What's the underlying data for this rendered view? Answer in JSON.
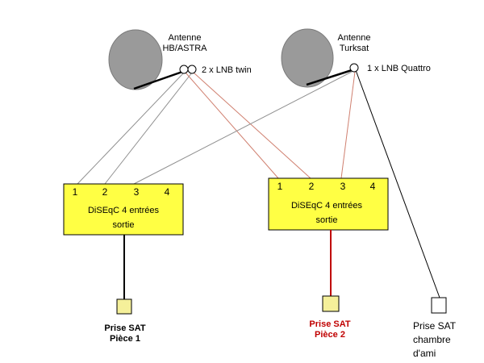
{
  "antennas": {
    "left": {
      "label_line1": "Antenne",
      "label_line2": "HB/ASTRA",
      "lnb": "2 x LNB twin"
    },
    "right": {
      "label_line1": "Antenne",
      "label_line2": "Turksat",
      "lnb": "1 x LNB Quattro"
    }
  },
  "switches": {
    "left": {
      "ports": [
        "1",
        "2",
        "3",
        "4"
      ],
      "title": "DiSEqC 4 entrées",
      "output": "sortie"
    },
    "right": {
      "ports": [
        "1",
        "2",
        "3",
        "4"
      ],
      "title": "DiSEqC 4 entrées",
      "output": "sortie"
    }
  },
  "outlets": {
    "room1": {
      "line1": "Prise SAT",
      "line2": "Pièce 1"
    },
    "room2": {
      "line1": "Prise SAT",
      "line2": "Pièce 2"
    },
    "friend": {
      "line1": "Prise SAT",
      "line2": "chambre",
      "line3": "d'ami"
    }
  },
  "colors": {
    "switch_fill": "#ffff44",
    "outlet_fill": "#f5f09a",
    "dish_fill": "#9a9a9a",
    "red_cable": "#d08070",
    "red_output": "#c00000",
    "red_text": "#c00000",
    "grey_cable": "#909090"
  }
}
